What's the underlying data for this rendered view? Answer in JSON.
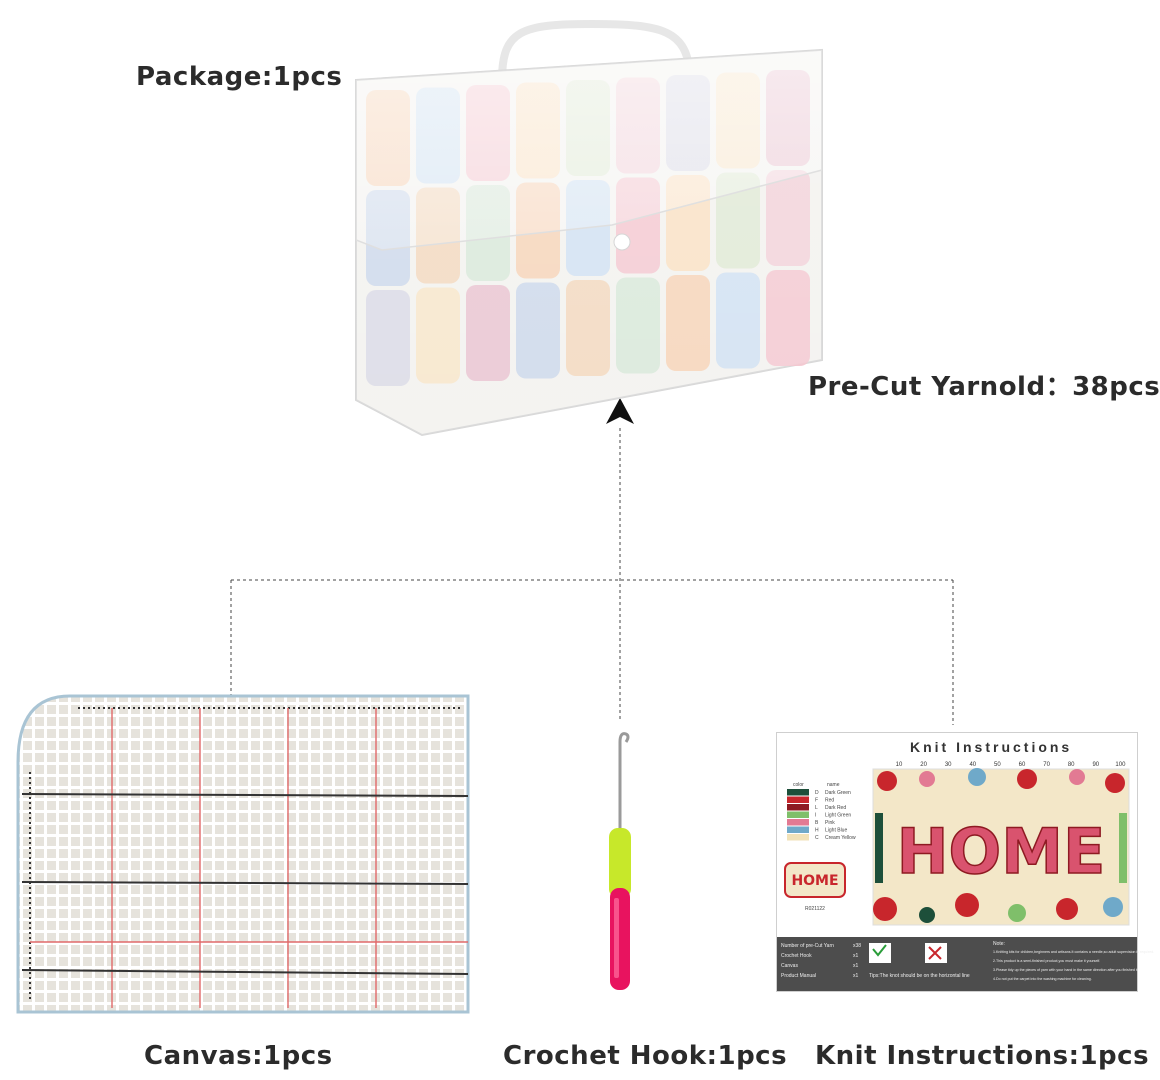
{
  "labels": {
    "package": "Package:1pcs",
    "yarn": "Pre-Cut Yarnold：38pcs",
    "canvas": "Canvas:1pcs",
    "hook": "Crochet Hook:1pcs",
    "instructions": "Knit Instructions:1pcs"
  },
  "instruction_sheet": {
    "title": "Knit Instructions",
    "ruler_ticks": [
      "10",
      "20",
      "30",
      "40",
      "50",
      "60",
      "70",
      "80",
      "90",
      "100"
    ],
    "pattern_word": "HOME",
    "thumb_code": "R021122",
    "color_table_header": [
      "color",
      "name"
    ],
    "color_table": [
      {
        "code": "D",
        "name": "Dark Green",
        "color": "#1d4f3a"
      },
      {
        "code": "F",
        "name": "Red",
        "color": "#c8262c"
      },
      {
        "code": "L",
        "name": "Dark Red",
        "color": "#8e1a22"
      },
      {
        "code": "I",
        "name": "Light Green",
        "color": "#7fbf6a"
      },
      {
        "code": "B",
        "name": "Pink",
        "color": "#e27a93"
      },
      {
        "code": "H",
        "name": "Light Blue",
        "color": "#6fa9c9"
      },
      {
        "code": "C",
        "name": "Cream Yellow",
        "color": "#f1e2b8"
      }
    ],
    "contents": [
      {
        "item": "Number of pre-Cut Yarn",
        "qty": "x38"
      },
      {
        "item": "Crochet Hook",
        "qty": "x1"
      },
      {
        "item": "Canvas",
        "qty": "x1"
      },
      {
        "item": "Product Manual",
        "qty": "x1"
      }
    ],
    "tips_caption": "Tips:The knot should be on the horizontal line",
    "note_title": "Note:",
    "notes": [
      "1.Knitting kits for children,beginners and artisans.It contains a needle,so adult supervision is required.",
      "2.This product is a semi-finished product,you must make it yourself.",
      "3.Please tidy up the pieces of yarn with your hand in the same direction after you finished it.",
      "4.Do not put the carpet into the washing machine for cleaning."
    ]
  },
  "colors": {
    "arrow": "#111111",
    "dashed_line": "#444444",
    "hook_grip": "#e8135f",
    "hook_cap": "#c7e82a",
    "canvas_red_line": "#e06a6a",
    "canvas_black_line": "#333333",
    "sheet_footer": "#4d4d4d"
  },
  "icons": {
    "arrow": "arrow-up-icon",
    "package": "plastic-case-image",
    "canvas": "canvas-image",
    "hook": "crochet-hook-image",
    "sheet": "instruction-sheet-image"
  }
}
